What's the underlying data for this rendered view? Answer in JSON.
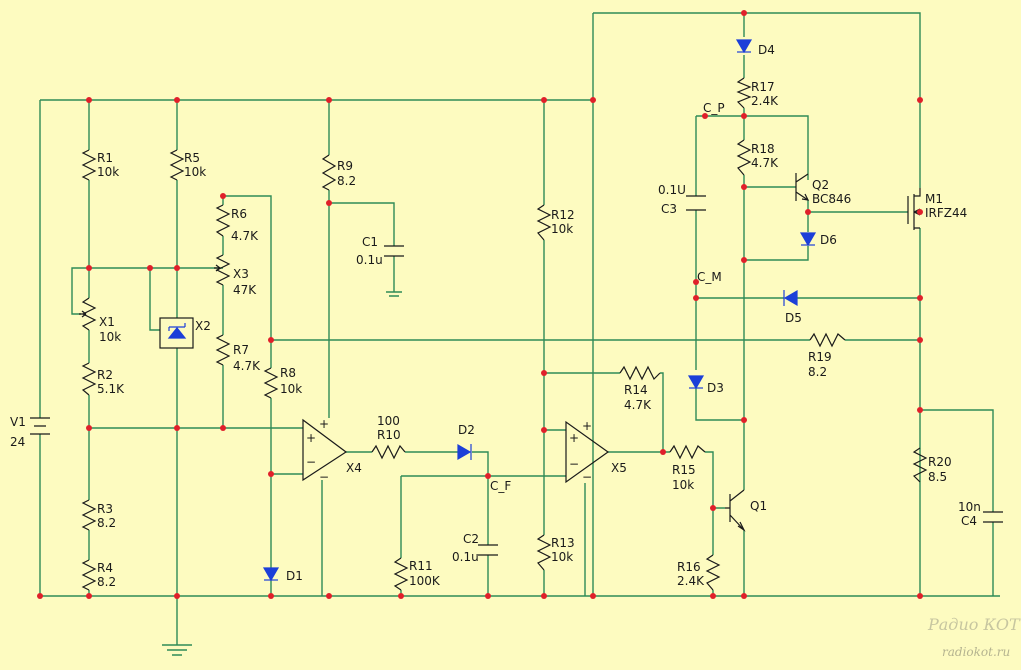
{
  "components": {
    "V1": {
      "ref": "V1",
      "value": "24"
    },
    "R1": {
      "ref": "R1",
      "value": "10k"
    },
    "R2": {
      "ref": "R2",
      "value": "5.1K"
    },
    "R3": {
      "ref": "R3",
      "value": "8.2"
    },
    "R4": {
      "ref": "R4",
      "value": "8.2"
    },
    "R5": {
      "ref": "R5",
      "value": "10k"
    },
    "R6": {
      "ref": "R6",
      "value": "4.7K"
    },
    "R7": {
      "ref": "R7",
      "value": "4.7K"
    },
    "R8": {
      "ref": "R8",
      "value": "10k"
    },
    "R9": {
      "ref": "R9",
      "value": "8.2"
    },
    "R10": {
      "ref": "R10",
      "value": "100"
    },
    "R11": {
      "ref": "R11",
      "value": "100K"
    },
    "R12": {
      "ref": "R12",
      "value": "10k"
    },
    "R13": {
      "ref": "R13",
      "value": "10k"
    },
    "R14": {
      "ref": "R14",
      "value": "4.7K"
    },
    "R15": {
      "ref": "R15",
      "value": "10k"
    },
    "R16": {
      "ref": "R16",
      "value": "2.4K"
    },
    "R17": {
      "ref": "R17",
      "value": "2.4K"
    },
    "R18": {
      "ref": "R18",
      "value": "4.7K"
    },
    "R19": {
      "ref": "R19",
      "value": "8.2"
    },
    "R20": {
      "ref": "R20",
      "value": "8.5"
    },
    "X1": {
      "ref": "X1",
      "value": "10k"
    },
    "X2": {
      "ref": "X2"
    },
    "X3": {
      "ref": "X3",
      "value": "47K"
    },
    "X4": {
      "ref": "X4"
    },
    "X5": {
      "ref": "X5"
    },
    "C1": {
      "ref": "C1",
      "value": "0.1u"
    },
    "C2": {
      "ref": "C2",
      "value": "0.1u"
    },
    "C3": {
      "ref": "C3",
      "value": "0.1U"
    },
    "C4": {
      "ref": "C4",
      "value": "10n"
    },
    "D1": {
      "ref": "D1"
    },
    "D2": {
      "ref": "D2"
    },
    "D3": {
      "ref": "D3"
    },
    "D4": {
      "ref": "D4"
    },
    "D5": {
      "ref": "D5"
    },
    "D6": {
      "ref": "D6"
    },
    "Q1": {
      "ref": "Q1"
    },
    "Q2": {
      "ref": "Q2",
      "value": "BC846"
    },
    "M1": {
      "ref": "M1",
      "value": "IRFZ44"
    }
  },
  "nets": {
    "C_P": "C_P",
    "C_M": "C_M",
    "C_F": "C_F"
  },
  "watermark": {
    "line1": "Радио КОТ",
    "line2": "radiokot.ru"
  },
  "colors": {
    "background": "#fdfbc0",
    "wire": "#2e8b57",
    "junction": "#e0202a",
    "diode": "#1c3fd8"
  }
}
